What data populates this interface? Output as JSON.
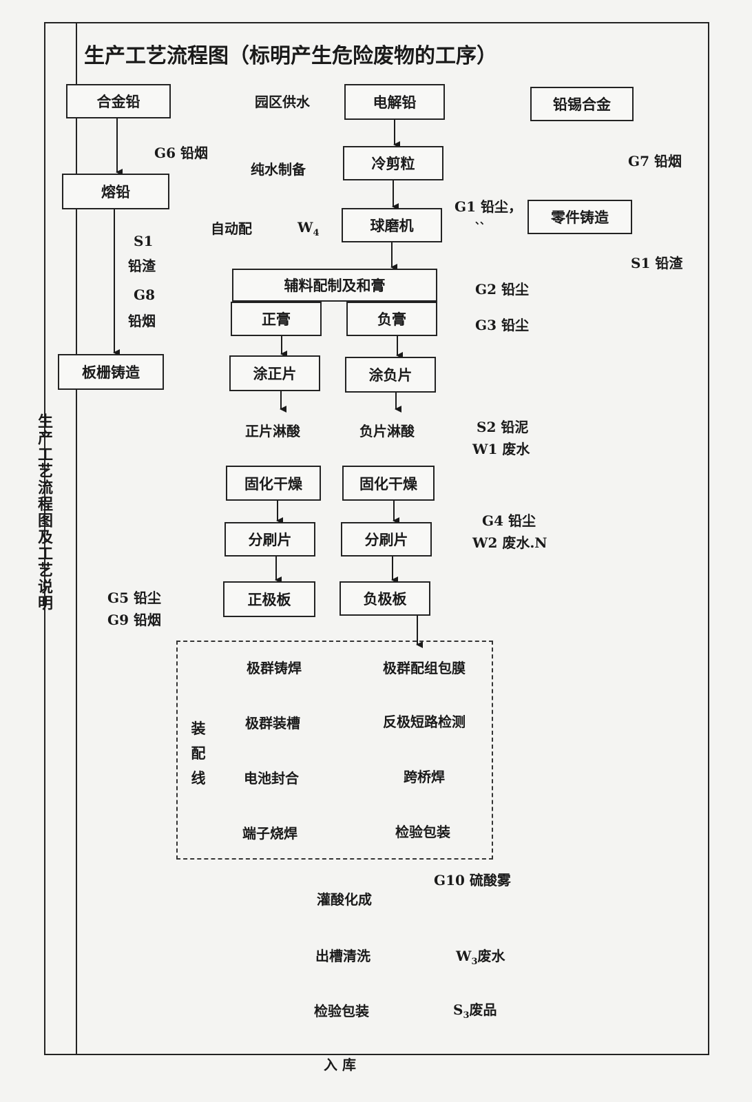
{
  "title": "生产工艺流程图（标明产生危险废物的工序）",
  "side_label": "生产工艺流程图及工艺说明",
  "boxes": {
    "alloy_lead": "合金铅",
    "melt_lead": "熔铅",
    "grid_casting": "板栅铸造",
    "electrolytic_lead": "电解铅",
    "cold_cut": "冷剪粒",
    "ball_mill": "球磨机",
    "paste_mixing": "辅料配制及和膏",
    "positive_paste": "正膏",
    "negative_paste": "负膏",
    "coat_positive": "涂正片",
    "coat_negative": "涂负片",
    "cure_dry_left": "固化干燥",
    "cure_dry_right": "固化干燥",
    "brush_left": "分刷片",
    "brush_right": "分刷片",
    "positive_plate": "正极板",
    "negative_plate": "负极板",
    "lead_tin_alloy": "铅锡合金",
    "parts_casting": "零件铸造"
  },
  "labels": {
    "park_water": "园区供水",
    "pure_water": "纯水制备",
    "auto_mix": "自动配",
    "w4": "W",
    "w4_sub": "4",
    "g6": "G6 铅烟",
    "s1_left": "S1",
    "s1_left_2": "铅渣",
    "g8": "G8",
    "g8_2": "铅烟",
    "g7": "G7 铅烟",
    "g1": "G1 铅尘，",
    "g1_mark": "、、",
    "s1_right": "S1 铅渣",
    "g2": "G2 铅尘",
    "g3": "G3 铅尘",
    "pos_acid": "正片淋酸",
    "neg_acid": "负片淋酸",
    "s2": "S2 铅泥",
    "w1": "W1 废水",
    "g4": "G4 铅尘",
    "w2": "W2 废水.N",
    "g5": "G5 铅尘",
    "g9": "G9 铅烟",
    "g10": "G10  硫酸雾",
    "acid_formation": "灌酸化成",
    "rinse": "出槽清洗",
    "w3": "W",
    "w3_sub": "3",
    "w3_text": "废水",
    "inspect_pack_final": "检验包装",
    "s3": "S",
    "s3_sub": "3",
    "s3_text": "废品",
    "warehouse": "入 库"
  },
  "assembly": {
    "label": "装配线",
    "steps": [
      "极群铸焊",
      "极群配组包膜",
      "极群装槽",
      "反极短路检测",
      "电池封合",
      "跨桥焊",
      "端子烧焊",
      "检验包装"
    ]
  }
}
